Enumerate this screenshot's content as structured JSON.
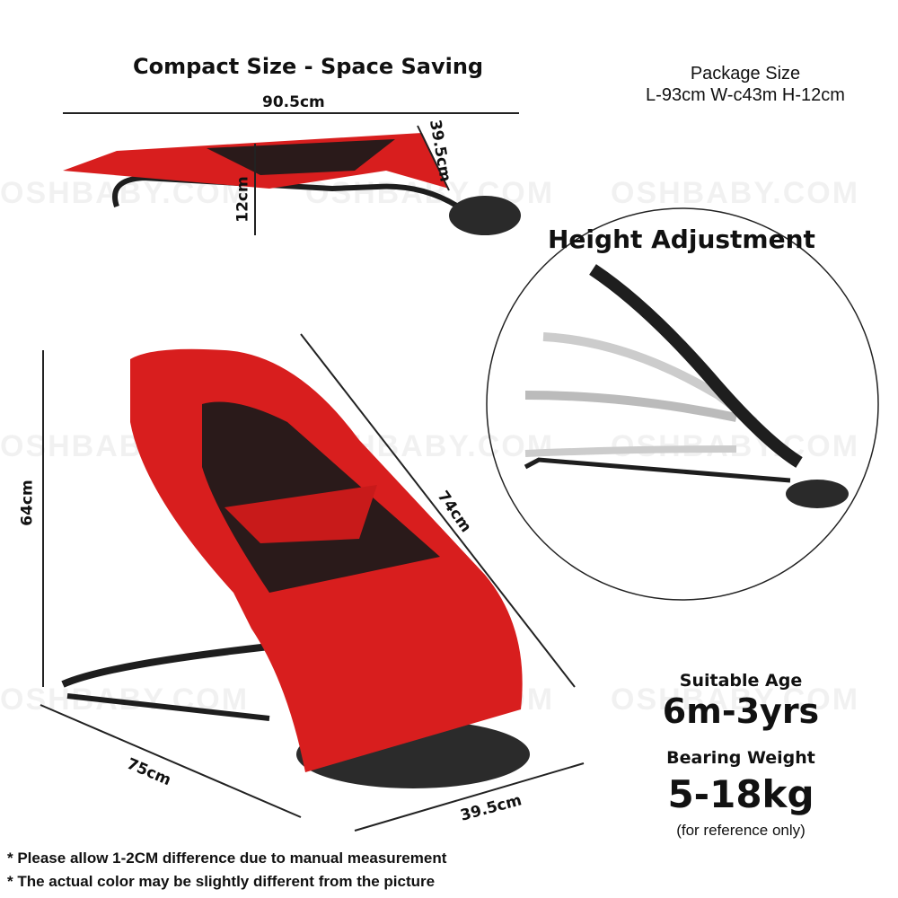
{
  "compact": {
    "title": "Compact Size - Space Saving",
    "length": "90.5cm",
    "width": "39.5cm",
    "height": "12cm"
  },
  "package": {
    "label": "Package Size",
    "value": "L-93cm W-c43m H-12cm"
  },
  "height_adjustment": {
    "title": "Height Adjustment"
  },
  "main_dims": {
    "height": "64cm",
    "diagonal": "74cm",
    "depth": "75cm",
    "width": "39.5cm"
  },
  "watermark": "OSHBABY.COM",
  "specs": {
    "age_label": "Suitable Age",
    "age_value": "6m-3yrs",
    "weight_label": "Bearing Weight",
    "weight_value": "5-18kg",
    "weight_note": "(for reference only)"
  },
  "notes": [
    "* Please allow 1-2CM difference due to manual measurement",
    "* The actual color may be slightly different from the picture"
  ],
  "colors": {
    "fabric": "#d81e1e",
    "mesh": "#2a1a1a",
    "frame": "#1e1e1e"
  }
}
